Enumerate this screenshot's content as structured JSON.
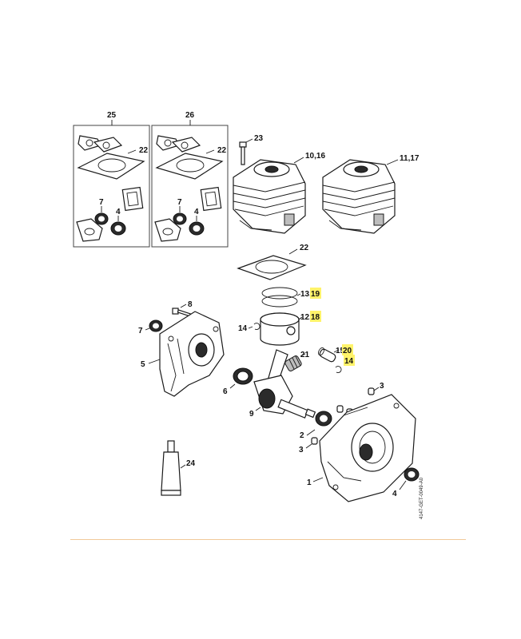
{
  "colors": {
    "highlight": "#fff36a",
    "rule": "#f1c99a",
    "ink": "#1a1a1a"
  },
  "labels": {
    "p25": "25",
    "p26": "26",
    "p22a": "22",
    "p22b": "22",
    "p22c": "22",
    "p7a": "7",
    "p4a": "4",
    "p7b": "7",
    "p4b": "4",
    "p23": "23",
    "p10_16": "10,16",
    "p11_17": "11,17",
    "p13_19_a": "13,",
    "p13_19_b": "19",
    "p12_18_a": "12,",
    "p12_18_b": "18",
    "p14a": "14",
    "p8": "8",
    "p7c": "7",
    "p5": "5",
    "p21": "21",
    "p15_20_a": "15,",
    "p15_20_b": "20",
    "p14b": "14",
    "p6": "6",
    "p9": "9",
    "p3a": "3",
    "p2": "2",
    "p3b": "3",
    "p1": "1",
    "p4c": "4",
    "p24": "24",
    "code": "4147-GET-0049-A0"
  }
}
